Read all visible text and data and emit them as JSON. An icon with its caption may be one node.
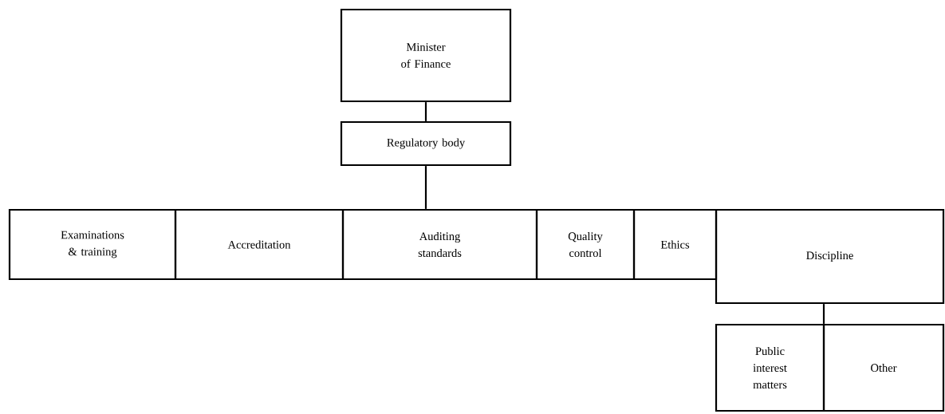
{
  "diagram": {
    "nodes": [
      {
        "text": [
          "Minister of Finance"
        ]
      },
      {
        "text": [
          "Regulatory body"
        ]
      },
      {
        "text": [
          "Examinations & training"
        ]
      },
      {
        "text": [
          "Accreditation"
        ]
      },
      {
        "text": [
          "Auditing standards"
        ]
      },
      {
        "text": [
          "Quality control"
        ]
      },
      {
        "text": [
          "Ethics"
        ]
      },
      {
        "text": [
          "Discipline"
        ]
      },
      {
        "text": [
          "Public interest matters"
        ]
      },
      {
        "text": [
          "Other"
        ]
      }
    ],
    "edges": [
      {
        "from": 0,
        "to": 1,
        "arrow": "none"
      },
      {
        "from": 1,
        "to": 4,
        "arrow": "none"
      },
      {
        "from": 7,
        "to": 8,
        "arrow": "none"
      },
      {
        "from": 7,
        "to": 9,
        "arrow": "none"
      }
    ]
  }
}
